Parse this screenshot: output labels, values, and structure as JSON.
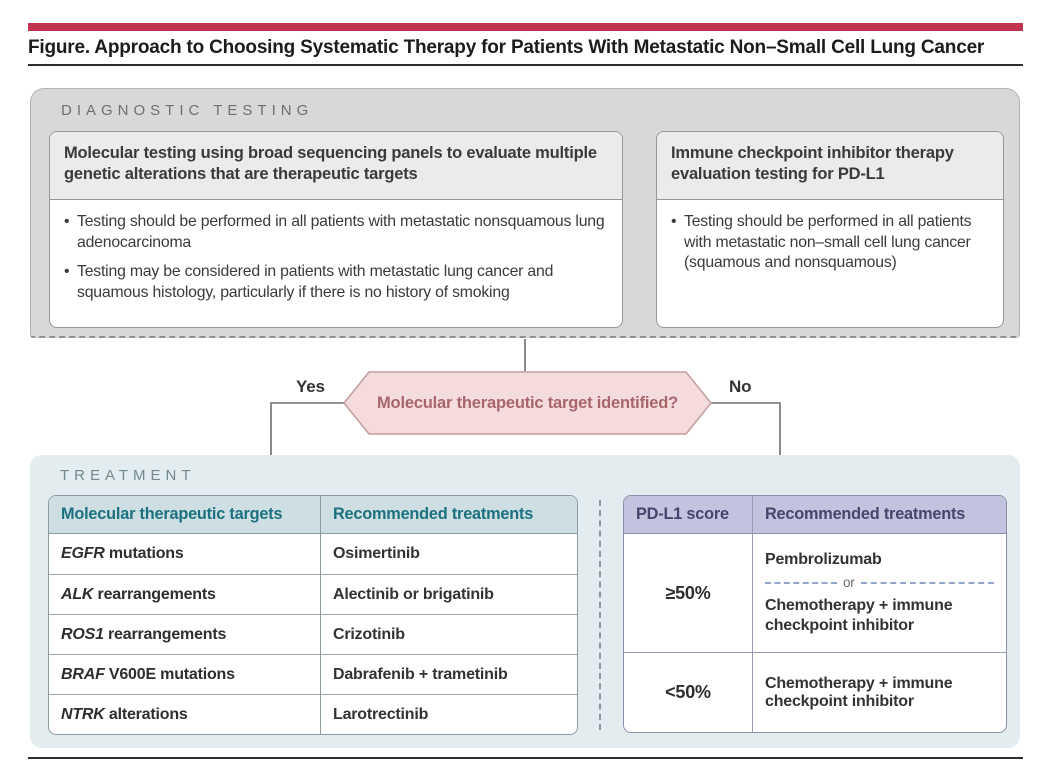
{
  "title": "Figure. Approach to Choosing Systematic Therapy for Patients With Metastatic Non–Small Cell Lung Cancer",
  "colors": {
    "accent_red_bar": "#c23350",
    "diagnostic_panel_gray": "#d8d8d8",
    "treatment_panel_blue": "#e3edef",
    "decision_fill_pink": "#f5dcdc",
    "decision_border_rose": "#c49c9e",
    "decision_text_rose": "#a8666c",
    "targets_header_teal_bg": "#cddfe2",
    "targets_header_teal_text": "#1c7080",
    "pdl1_header_lavender_bg": "#c2c3de",
    "pdl1_header_lavender_text": "#45456e"
  },
  "diagnostic": {
    "section_label": "DIAGNOSTIC TESTING",
    "left_box": {
      "header": "Molecular testing using broad sequencing panels to evaluate multiple genetic alterations that are therapeutic targets",
      "bullets": [
        "Testing should be performed in all patients with metastatic nonsquamous lung adenocarcinoma",
        "Testing may be considered in patients with metastatic lung cancer and squamous histology, particularly if there is no history of smoking"
      ]
    },
    "right_box": {
      "header": "Immune checkpoint inhibitor therapy evaluation testing for PD-L1",
      "bullets": [
        "Testing should be performed in all patients with metastatic non–small cell lung cancer (squamous and nonsquamous)"
      ]
    }
  },
  "decision": {
    "question": "Molecular therapeutic target identified?",
    "yes_label": "Yes",
    "no_label": "No"
  },
  "treatment": {
    "section_label": "TREATMENT",
    "targets_table": {
      "headers": [
        "Molecular therapeutic targets",
        "Recommended treatments"
      ],
      "rows": [
        {
          "gene": "EGFR",
          "suffix": " mutations",
          "treatment": "Osimertinib"
        },
        {
          "gene": "ALK",
          "suffix": " rearrangements",
          "treatment": "Alectinib or brigatinib"
        },
        {
          "gene": "ROS1",
          "suffix": " rearrangements",
          "treatment": "Crizotinib"
        },
        {
          "gene": "BRAF",
          "suffix": " V600E mutations",
          "treatment": "Dabrafenib + trametinib"
        },
        {
          "gene": "NTRK",
          "suffix": " alterations",
          "treatment": "Larotrectinib"
        }
      ]
    },
    "pdl1_table": {
      "headers": [
        "PD-L1 score",
        "Recommended treatments"
      ],
      "rows": [
        {
          "score": "≥50%",
          "treatment_option1": "Pembrolizumab",
          "or_label": "or",
          "treatment_option2": "Chemotherapy + immune checkpoint inhibitor"
        },
        {
          "score": "<50%",
          "treatment": "Chemotherapy + immune checkpoint inhibitor"
        }
      ]
    }
  }
}
